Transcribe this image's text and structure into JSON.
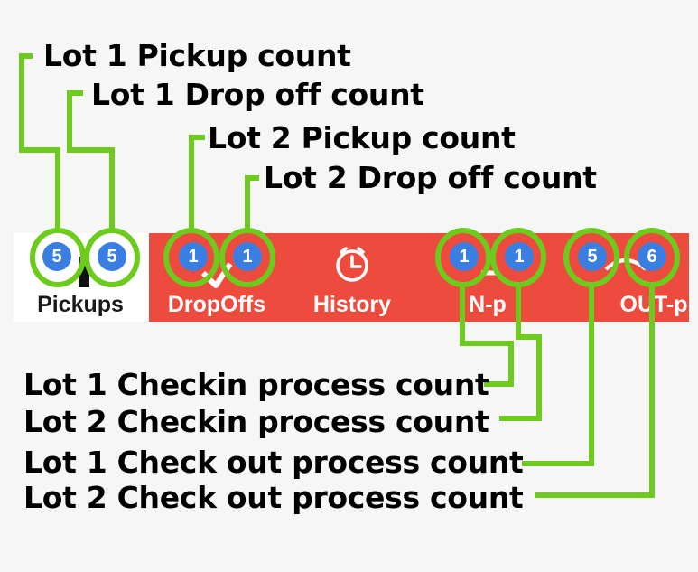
{
  "annotations": {
    "lot1_pickup": "Lot 1 Pickup count",
    "lot1_dropoff": "Lot 1 Drop off count",
    "lot2_pickup": "Lot 2 Pickup count",
    "lot2_dropoff": "Lot 2 Drop off count",
    "lot1_checkin": "Lot 1 Checkin process count",
    "lot2_checkin": "Lot 2 Checkin process count",
    "lot1_checkout": "Lot 1 Check out process count",
    "lot2_checkout": "Lot 2 Check out process count"
  },
  "tabs": [
    {
      "label": "Pickups",
      "active": true,
      "icon": "car-icon",
      "badges": [
        "5",
        "5"
      ]
    },
    {
      "label": "DropOffs",
      "active": false,
      "icon": "key-icon",
      "badges": [
        "1",
        "1"
      ]
    },
    {
      "label": "History",
      "active": false,
      "icon": "clock-icon",
      "badges": []
    },
    {
      "label": "N-p",
      "active": false,
      "icon": "checkin-icon",
      "badges": [
        "1",
        "1"
      ]
    },
    {
      "label": "OUT-p",
      "active": false,
      "icon": "checkout-icon",
      "badges": [
        "5",
        "6"
      ]
    }
  ],
  "colors": {
    "tab_bar": "#ee4b3f",
    "active_tab": "#ffffff",
    "badge": "#3a7ee2",
    "highlight": "#6ccb1c"
  }
}
